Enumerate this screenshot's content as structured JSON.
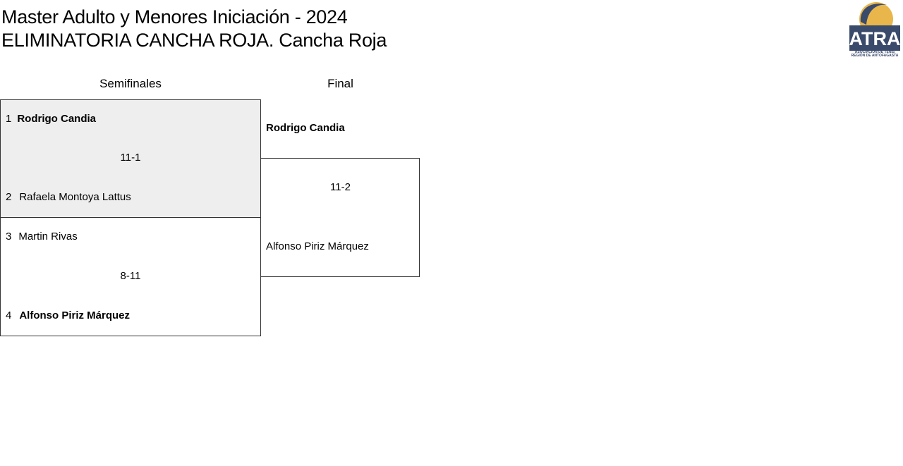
{
  "header": {
    "title_line1": "Master Adulto y Menores Iniciación - 2024",
    "title_line2": "ELIMINATORIA CANCHA ROJA. Cancha Roja"
  },
  "logo": {
    "text": "ATRA",
    "subtitle1": "ASOCIACIÓN DE TENIS",
    "subtitle2": "REGIÓN DE ANTOFAGASTA",
    "colors": {
      "navy": "#3a4a6b",
      "gold": "#e8b64a"
    }
  },
  "rounds": [
    "Semifinales",
    "Final"
  ],
  "semifinals": [
    {
      "p1": {
        "seed": "1",
        "name": "Rodrigo Candia"
      },
      "score": "11-1",
      "p2": {
        "seed": "2",
        "name": "Rafaela Montoya Lattus"
      }
    },
    {
      "p1": {
        "seed": "3",
        "name": "Martin Rivas"
      },
      "score": "8-11",
      "p2": {
        "seed": "4",
        "name": "Alfonso Piriz Márquez"
      }
    }
  ],
  "final": {
    "p1": "Rodrigo Candia",
    "score": "11-2",
    "p2": "Alfonso Piriz Márquez"
  }
}
